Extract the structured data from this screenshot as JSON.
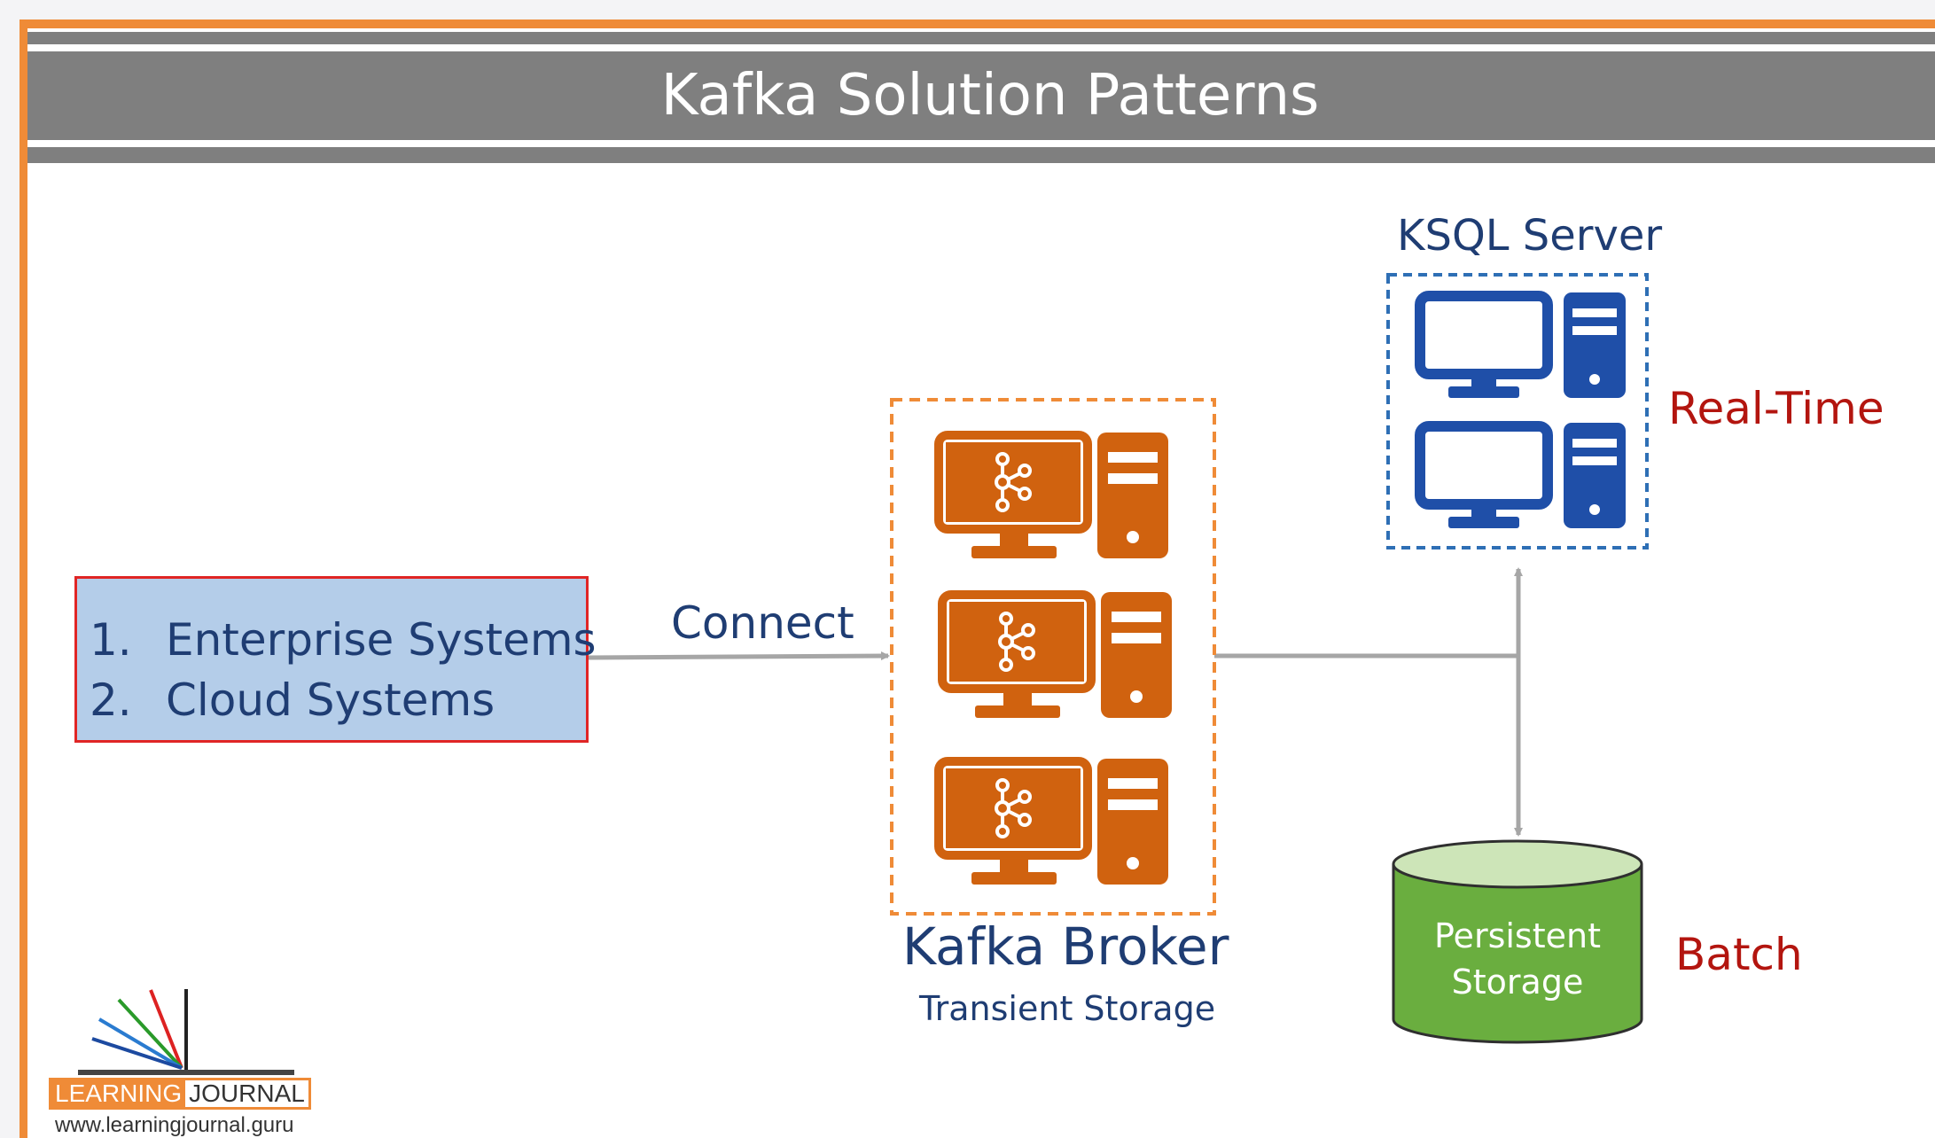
{
  "header": {
    "title": "Kafka Solution Patterns"
  },
  "sources": {
    "items": [
      {
        "number": "1.",
        "label": "Enterprise Systems"
      },
      {
        "number": "2.",
        "label": "Cloud Systems"
      }
    ]
  },
  "connector": {
    "label": "Connect"
  },
  "broker": {
    "title": "Kafka Broker",
    "subtitle": "Transient Storage",
    "server_count": 3
  },
  "ksql": {
    "title": "KSQL Server",
    "server_count": 2
  },
  "outputs": {
    "realtime_label": "Real-Time",
    "batch_label": "Batch"
  },
  "storage": {
    "line1": "Persistent",
    "line2": "Storage"
  },
  "logo": {
    "left_text": "LEARNING",
    "right_text": "JOURNAL",
    "url": "www.learningjournal.guru"
  },
  "colors": {
    "accent_orange": "#ef8b37",
    "broker_orange": "#d0620f",
    "ksql_blue": "#1f4fa8",
    "text_navy": "#1f3d73",
    "label_red": "#b3150f",
    "storage_green": "#6aae3f",
    "header_gray": "#7f7f7f",
    "source_box_fill": "#b4cde9",
    "source_box_border": "#e02525"
  },
  "icons": [
    "kafka-server-icon",
    "desktop-server-icon",
    "database-cylinder-icon",
    "learning-journal-logo-icon"
  ]
}
